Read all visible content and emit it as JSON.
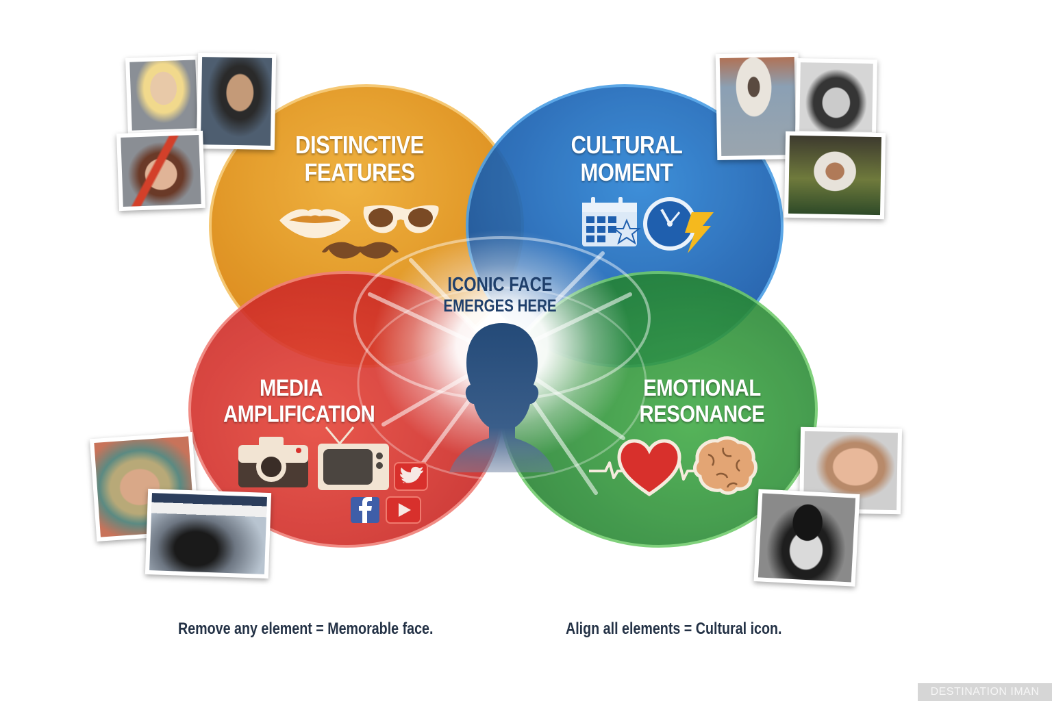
{
  "diagram": {
    "type": "four-circle venn diagram",
    "center": {
      "line1": "ICONIC FACE",
      "line2": "EMERGES HERE",
      "icon": "person-silhouette-icon"
    },
    "circles": [
      {
        "id": "distinctive",
        "line1": "DISTINCTIVE",
        "line2": "FEATURES",
        "color": "#E39A1E",
        "icons": [
          "lips-icon",
          "sunglasses-icon",
          "mustache-icon"
        ]
      },
      {
        "id": "cultural",
        "line1": "CULTURAL",
        "line2": "MOMENT",
        "color": "#1F6FC4",
        "icons": [
          "calendar-star-icon",
          "clock-icon",
          "lightning-icon"
        ]
      },
      {
        "id": "media",
        "line1": "MEDIA",
        "line2": "AMPLIFICATION",
        "color": "#D8302C",
        "icons": [
          "camera-icon",
          "tv-icon",
          "twitter-icon",
          "facebook-icon",
          "youtube-icon"
        ]
      },
      {
        "id": "emotional",
        "line1": "EMOTIONAL",
        "line2": "RESONANCE",
        "color": "#2E9A3C",
        "icons": [
          "heartbeat-icon",
          "heart-icon",
          "brain-icon"
        ]
      }
    ]
  },
  "photos": {
    "top_left": [
      "blonde-starlet-portrait",
      "mustached-artist-portrait",
      "lightning-face-paint-portrait"
    ],
    "top_right": [
      "astronaut-on-moon-photo",
      "spiky-haired-child-portrait",
      "astronaut-helmet-portrait"
    ],
    "bottom_left": [
      "magazine-cover-portrait",
      "paparazzi-cameras-photo"
    ],
    "bottom_right": [
      "crying-baby-photo",
      "bowler-hat-comedian-portrait"
    ]
  },
  "captions": {
    "left": "Remove any element = Memorable face.",
    "right": "Align all elements = Cultural icon."
  },
  "watermark": "DESTINATION IMAN"
}
